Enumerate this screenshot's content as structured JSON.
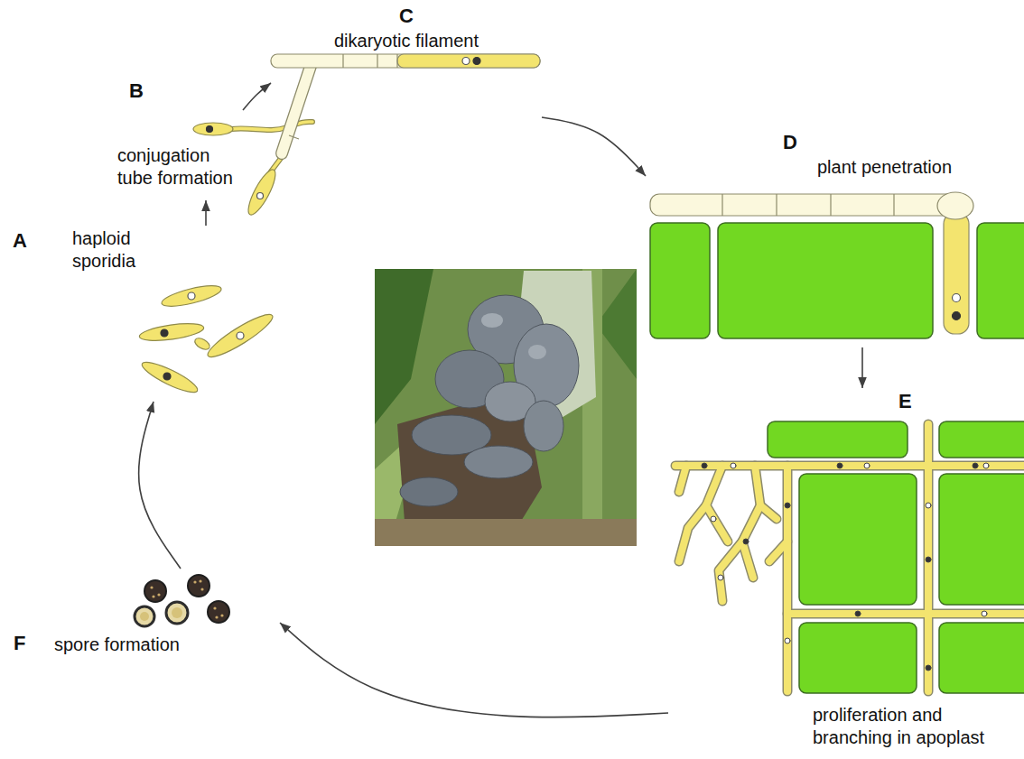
{
  "diagram": {
    "nodes": [
      {
        "text": [
          "A",
          "haploid sporidia"
        ]
      },
      {
        "text": [
          "B",
          "conjugation tube formation"
        ]
      },
      {
        "text": [
          "C",
          "dikaryotic filament"
        ]
      },
      {
        "text": [
          "D",
          "plant penetration"
        ]
      },
      {
        "text": [
          "E",
          "proliferation and branching in apoplast"
        ]
      },
      {
        "text": [
          "F",
          "spore formation"
        ]
      }
    ],
    "edges": [
      {
        "from": 0,
        "to": 1,
        "arrow": "to"
      },
      {
        "from": 1,
        "to": 2,
        "arrow": "to"
      },
      {
        "from": 2,
        "to": 3,
        "arrow": "to"
      },
      {
        "from": 3,
        "to": 4,
        "arrow": "to"
      },
      {
        "from": 4,
        "to": 5,
        "arrow": "to"
      },
      {
        "from": 5,
        "to": 0,
        "arrow": "to"
      }
    ]
  }
}
